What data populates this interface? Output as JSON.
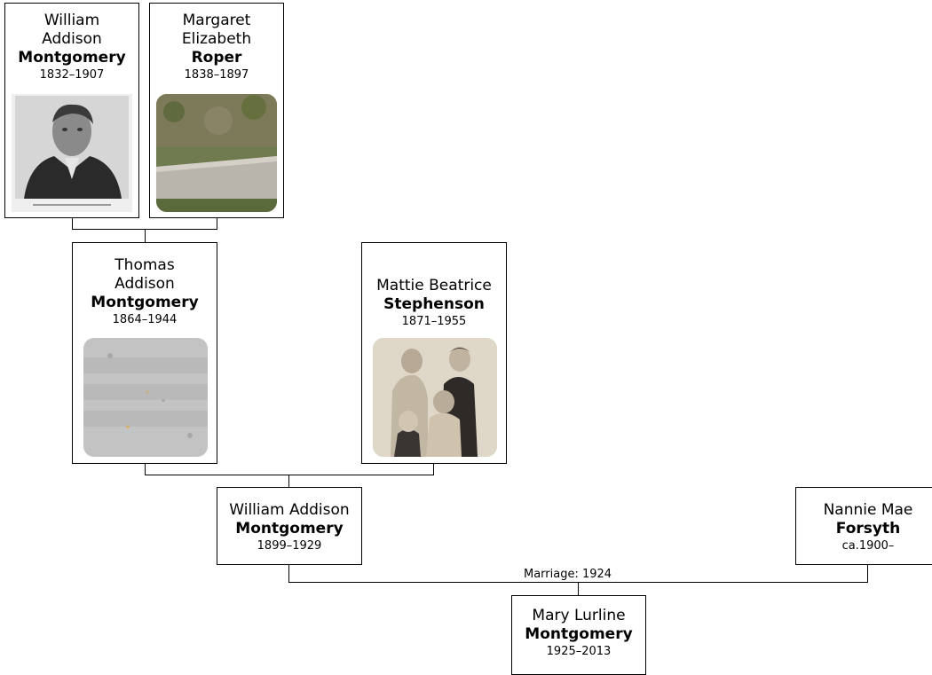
{
  "people": {
    "wam_sr": {
      "given": "William Addison",
      "surname": "Montgomery",
      "dates": "1832–1907",
      "photo": "portrait-photo"
    },
    "mer": {
      "given": "Margaret Elizabeth",
      "surname": "Roper",
      "dates": "1838–1897",
      "photo": "gravestone-photo"
    },
    "tam": {
      "given": "Thomas Addison",
      "surname": "Montgomery",
      "dates": "1864–1944",
      "photo": "gravestone-photo"
    },
    "mbs": {
      "given": "Mattie Beatrice",
      "surname": "Stephenson",
      "dates": "1871–1955",
      "photo": "family-photo"
    },
    "wam_jr": {
      "given": "William Addison",
      "surname": "Montgomery",
      "dates": "1899–1929"
    },
    "nmf": {
      "given": "Nannie Mae",
      "surname": "Forsyth",
      "dates": "ca.1900–"
    },
    "mlm": {
      "given": "Mary Lurline",
      "surname": "Montgomery",
      "dates": "1925–2013"
    }
  },
  "marriage": {
    "label": "Marriage: 1924"
  }
}
